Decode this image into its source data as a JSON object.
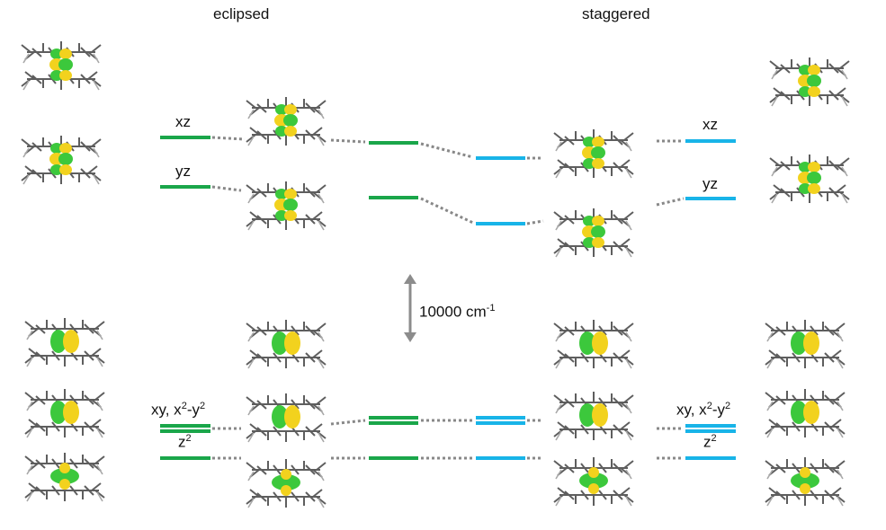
{
  "titles": {
    "left": "eclipsed",
    "right": "staggered"
  },
  "orbital_labels": {
    "xz": "xz",
    "yz": "yz",
    "xy_prefix": "xy, x",
    "sq": "2",
    "minus": "-y",
    "z": "z"
  },
  "scale_bar": {
    "value": "10000 cm",
    "exponent": "-1"
  },
  "colors": {
    "eclipsed": "#1aa64a",
    "staggered": "#18b4e8",
    "lobe_green": "#3cc83c",
    "lobe_yellow": "#f2d21e",
    "connector": "#888888"
  }
}
